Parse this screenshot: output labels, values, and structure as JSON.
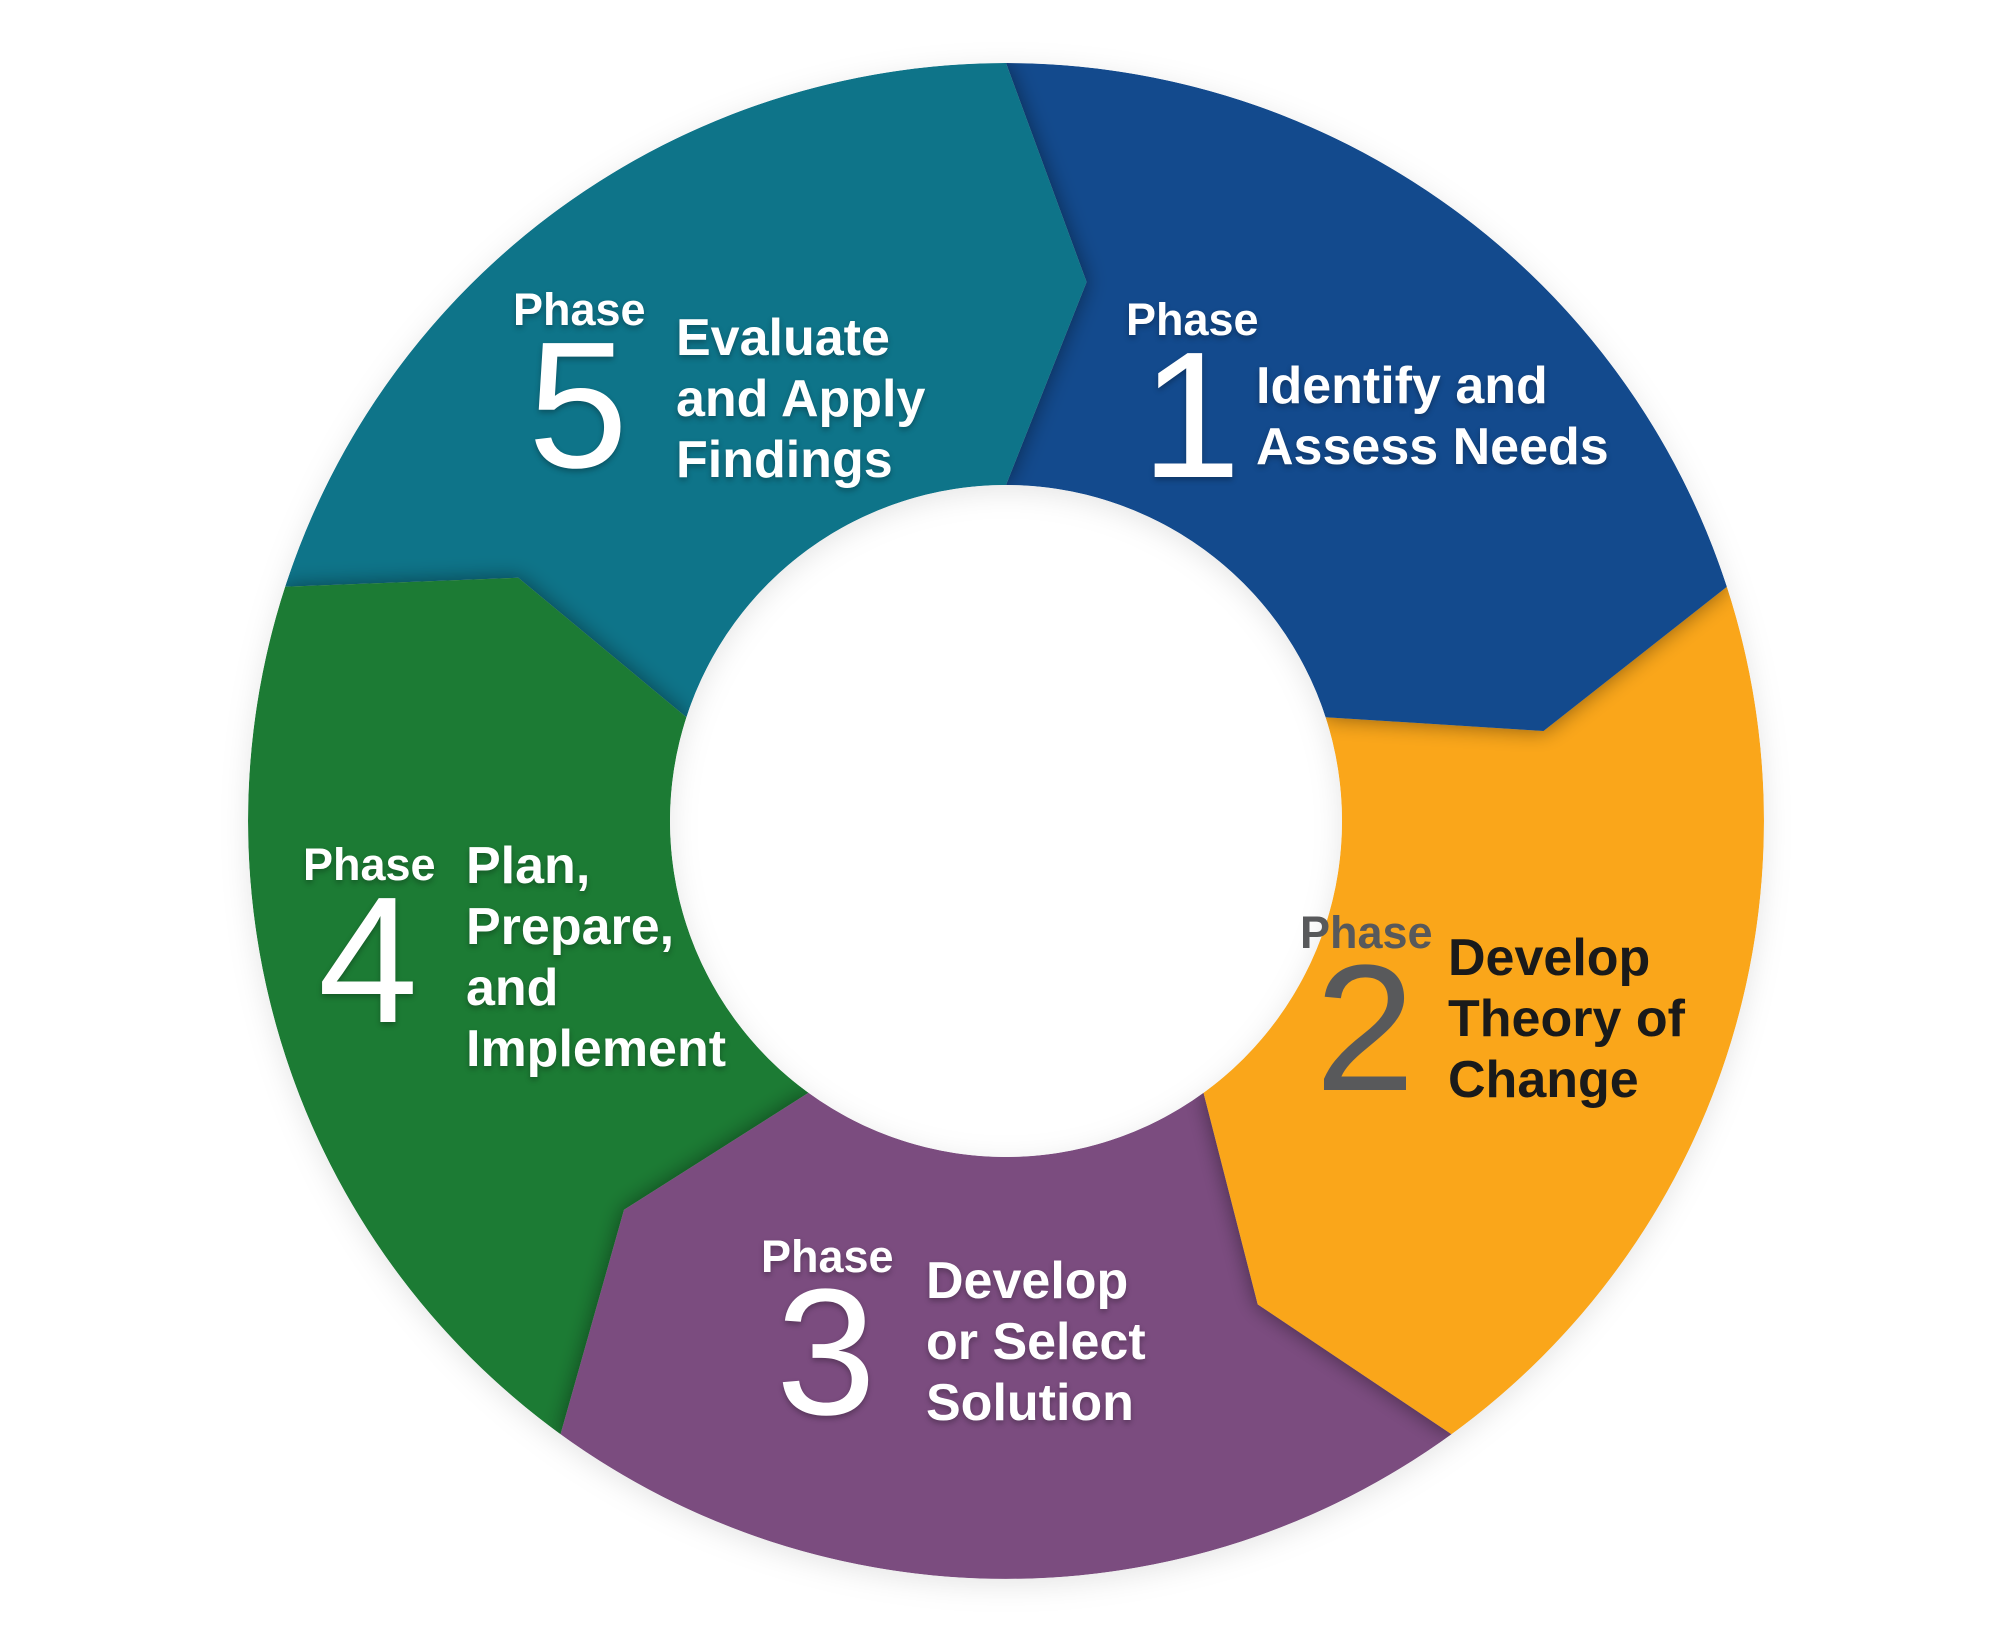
{
  "diagram": {
    "type": "cycle",
    "background": "#FFFFFF",
    "phases": [
      {
        "tag": "Phase",
        "number": "1",
        "title_lines": [
          "Identify and",
          "Assess Needs"
        ],
        "color": "#134A8D",
        "label_color": "#FFFFFF",
        "title_color": "#FFFFFF"
      },
      {
        "tag": "Phase",
        "number": "2",
        "title_lines": [
          "Develop",
          "Theory of",
          "Change"
        ],
        "color": "#FAA61A",
        "label_color": "#58595B",
        "title_color": "#1A1A1A"
      },
      {
        "tag": "Phase",
        "number": "3",
        "title_lines": [
          "Develop",
          "or Select",
          "Solution"
        ],
        "color": "#7B4C7F",
        "label_color": "#FFFFFF",
        "title_color": "#FFFFFF"
      },
      {
        "tag": "Phase",
        "number": "4",
        "title_lines": [
          "Plan,",
          "Prepare,",
          "and",
          "Implement"
        ],
        "color": "#1C7B34",
        "label_color": "#FFFFFF",
        "title_color": "#FFFFFF"
      },
      {
        "tag": "Phase",
        "number": "5",
        "title_lines": [
          "Evaluate",
          "and Apply",
          "Findings"
        ],
        "color": "#0E7489",
        "label_color": "#FFFFFF",
        "title_color": "#FFFFFF"
      }
    ],
    "shadow": {
      "color": "#000000",
      "opacity": 0.45,
      "blur": 11
    }
  }
}
